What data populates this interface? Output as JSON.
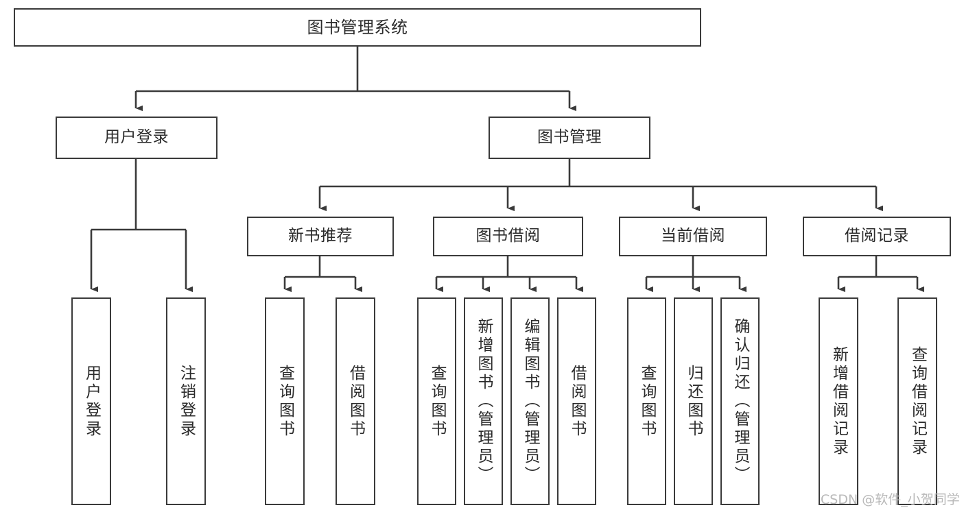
{
  "diagram": {
    "type": "hierarchy-tree",
    "title": "图书管理系统",
    "accent_color": "#3a3a3a",
    "background_color": "#ffffff",
    "text_color": "#2b2b2b",
    "levels": {
      "root": {
        "label": "图书管理系统"
      },
      "level2": [
        {
          "label": "用户登录"
        },
        {
          "label": "图书管理"
        }
      ],
      "level3": [
        {
          "label": "新书推荐"
        },
        {
          "label": "图书借阅"
        },
        {
          "label": "当前借阅"
        },
        {
          "label": "借阅记录"
        }
      ],
      "leaves": {
        "user_login": [
          {
            "label": "用户登录"
          },
          {
            "label": "注销登录"
          }
        ],
        "new_book_recommend": [
          {
            "label": "查询图书"
          },
          {
            "label": "借阅图书"
          }
        ],
        "book_borrow": [
          {
            "label": "查询图书"
          },
          {
            "label": "新增图书（管理员）"
          },
          {
            "label": "编辑图书（管理员）"
          },
          {
            "label": "借阅图书"
          }
        ],
        "current_borrow": [
          {
            "label": "查询图书"
          },
          {
            "label": "归还图书"
          },
          {
            "label": "确认归还（管理员）"
          }
        ],
        "borrow_record": [
          {
            "label": "新增借阅记录"
          },
          {
            "label": "查询借阅记录"
          }
        ]
      }
    }
  },
  "watermark": {
    "text": "CSDN @软件_小贺同学"
  }
}
